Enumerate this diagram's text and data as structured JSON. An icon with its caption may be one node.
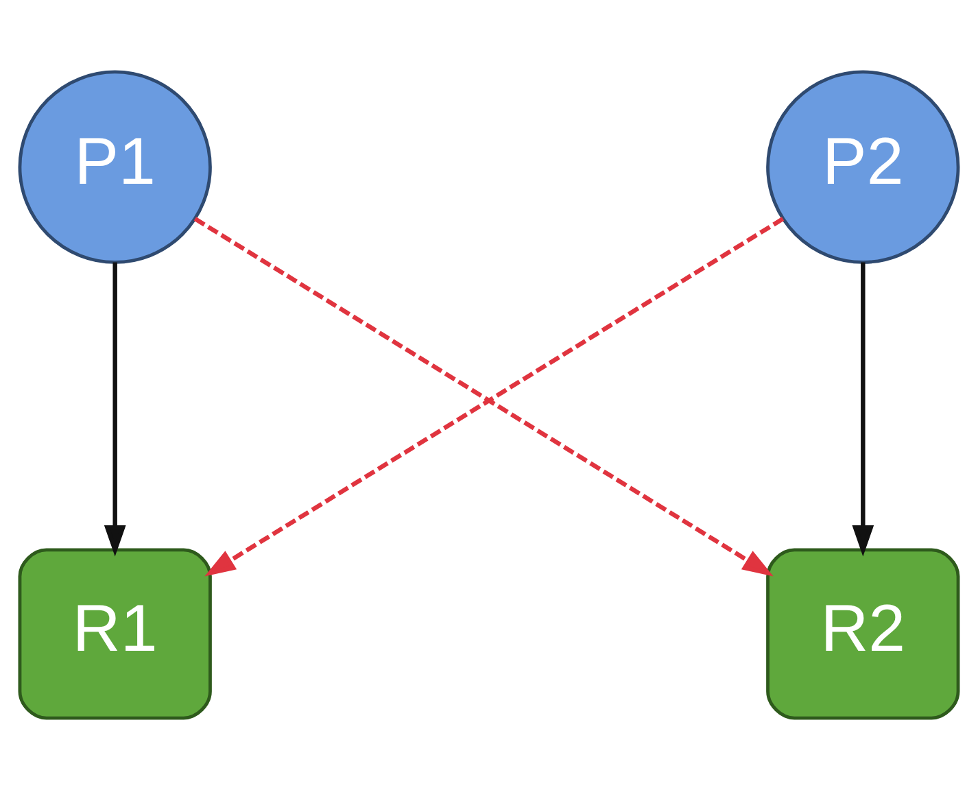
{
  "diagram": {
    "nodes": [
      {
        "text": [
          "P1"
        ]
      },
      {
        "text": [
          "P2"
        ]
      },
      {
        "text": [
          "R1"
        ]
      },
      {
        "text": [
          "R2"
        ]
      }
    ],
    "edges": [
      {
        "from": 0,
        "to": 2,
        "arrow": "to"
      },
      {
        "from": 1,
        "to": 3,
        "arrow": "to"
      },
      {
        "from": 0,
        "to": 3,
        "arrow": "to",
        "style": "dashed",
        "color": "#e0343f"
      },
      {
        "from": 1,
        "to": 2,
        "arrow": "to",
        "style": "dashed",
        "color": "#e0343f"
      }
    ]
  }
}
